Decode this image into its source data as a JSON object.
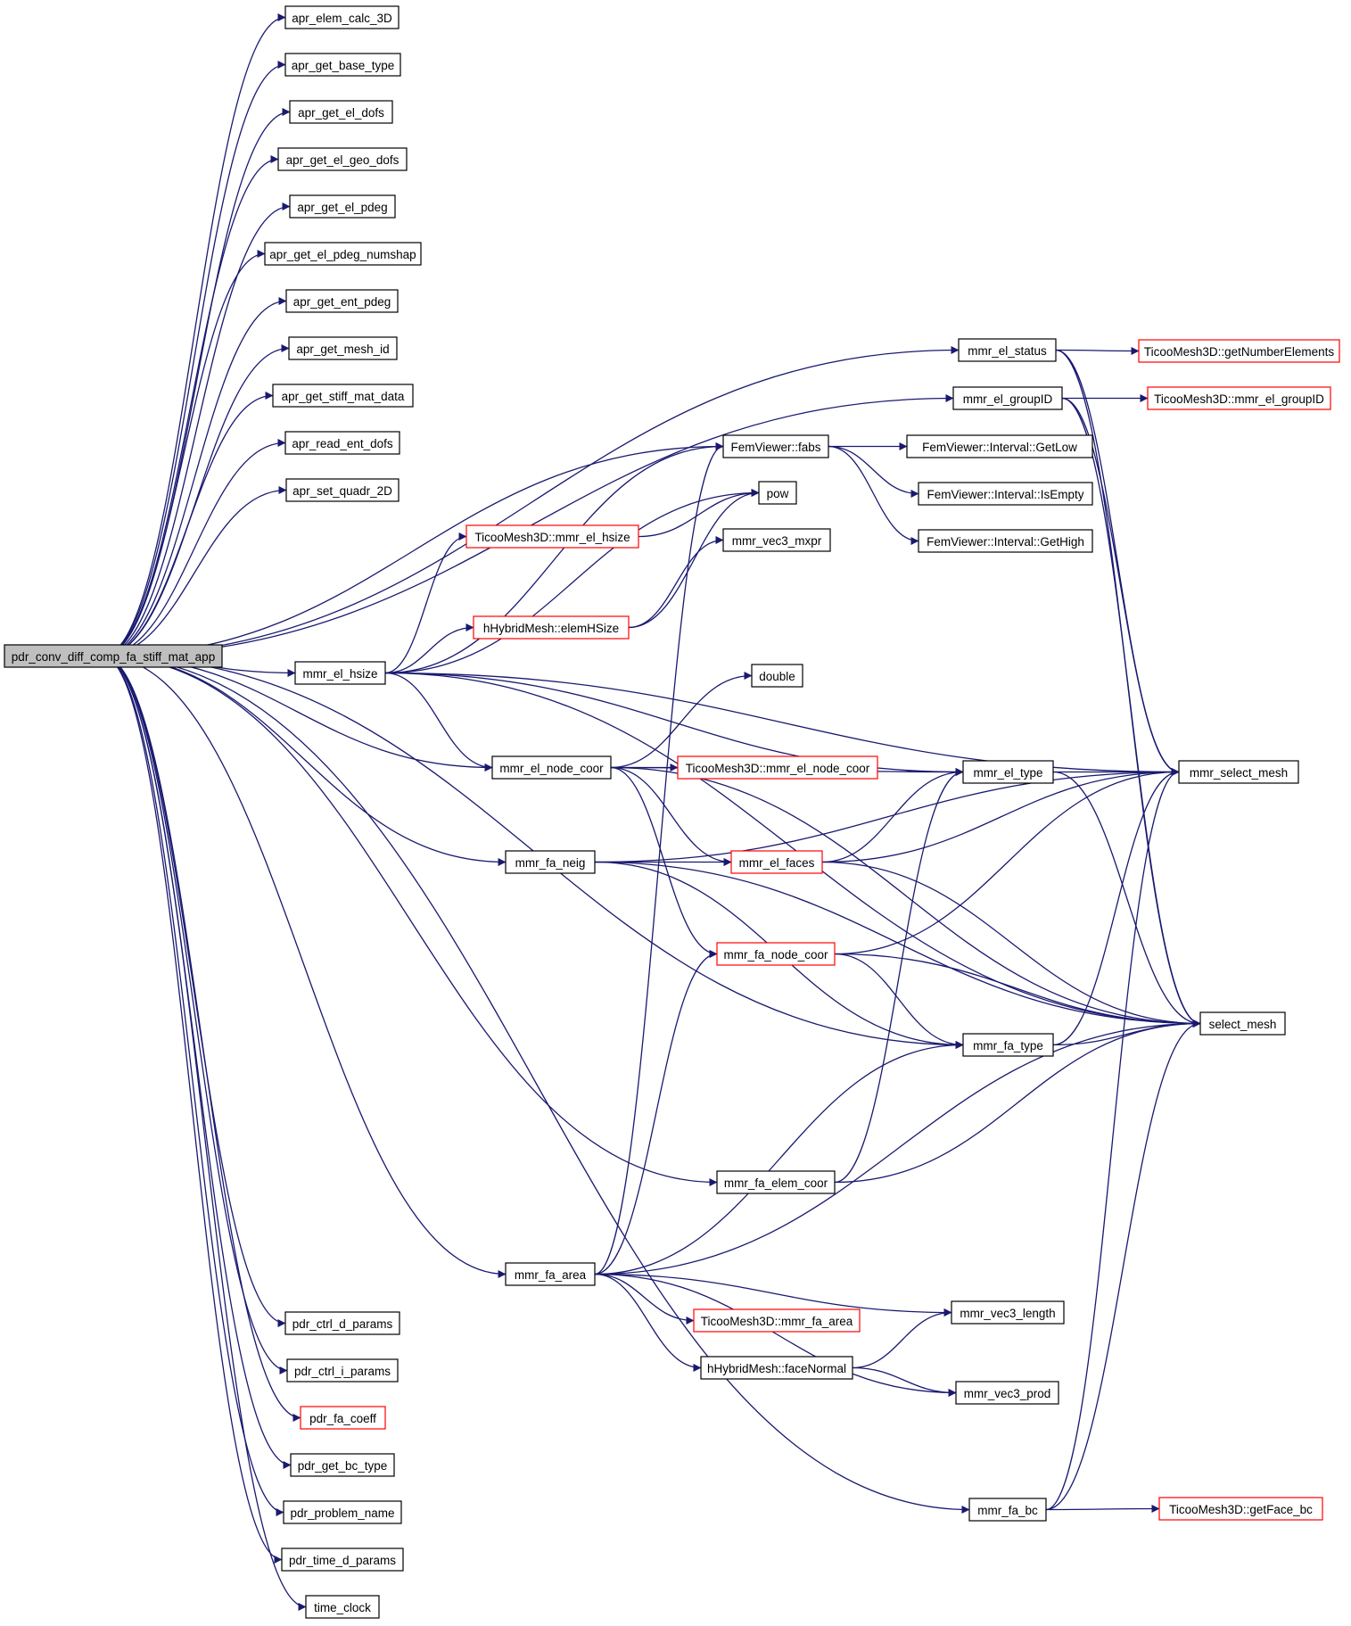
{
  "nodes": {
    "root": "pdr_conv_diff_comp_fa_stiff_mat_app",
    "apr_elem_calc_3D": "apr_elem_calc_3D",
    "apr_get_base_type": "apr_get_base_type",
    "apr_get_el_dofs": "apr_get_el_dofs",
    "apr_get_el_geo_dofs": "apr_get_el_geo_dofs",
    "apr_get_el_pdeg": "apr_get_el_pdeg",
    "apr_get_el_pdeg_numshap": "apr_get_el_pdeg_numshap",
    "apr_get_ent_pdeg": "apr_get_ent_pdeg",
    "apr_get_mesh_id": "apr_get_mesh_id",
    "apr_get_stiff_mat_data": "apr_get_stiff_mat_data",
    "apr_read_ent_dofs": "apr_read_ent_dofs",
    "apr_set_quadr_2D": "apr_set_quadr_2D",
    "mmr_el_hsize": "mmr_el_hsize",
    "mmr_el_node_coor": "mmr_el_node_coor",
    "mmr_fa_neig": "mmr_fa_neig",
    "mmr_fa_area": "mmr_fa_area",
    "pdr_ctrl_d_params": "pdr_ctrl_d_params",
    "pdr_ctrl_i_params": "pdr_ctrl_i_params",
    "pdr_fa_coeff": "pdr_fa_coeff",
    "pdr_get_bc_type": "pdr_get_bc_type",
    "pdr_problem_name": "pdr_problem_name",
    "pdr_time_d_params": "pdr_time_d_params",
    "time_clock": "time_clock",
    "ticoo_el_hsize": "TicooMesh3D::mmr_el_hsize",
    "hhybrid_elemHSize": "hHybridMesh::elemHSize",
    "ticoo_el_node_coor": "TicooMesh3D::mmr_el_node_coor",
    "mmr_el_faces": "mmr_el_faces",
    "mmr_fa_node_coor": "mmr_fa_node_coor",
    "mmr_fa_elem_coor": "mmr_fa_elem_coor",
    "ticoo_fa_area": "TicooMesh3D::mmr_fa_area",
    "hhybrid_faceNormal": "hHybridMesh::faceNormal",
    "fabs": "FemViewer::fabs",
    "pow": "pow",
    "mmr_vec3_mxpr": "mmr_vec3_mxpr",
    "double": "double",
    "mmr_el_status": "mmr_el_status",
    "mmr_el_groupID": "mmr_el_groupID",
    "mmr_el_type": "mmr_el_type",
    "mmr_fa_type": "mmr_fa_type",
    "mmr_vec3_length": "mmr_vec3_length",
    "mmr_vec3_prod": "mmr_vec3_prod",
    "mmr_fa_bc": "mmr_fa_bc",
    "interval_getlow": "FemViewer::Interval::GetLow",
    "interval_isempty": "FemViewer::Interval::IsEmpty",
    "interval_gethigh": "FemViewer::Interval::GetHigh",
    "ticoo_getNumberElements": "TicooMesh3D::getNumberElements",
    "ticoo_el_groupID": "TicooMesh3D::mmr_el_groupID",
    "mmr_select_mesh": "mmr_select_mesh",
    "select_mesh": "select_mesh",
    "ticoo_getFace_bc": "TicooMesh3D::getFace_bc"
  },
  "colors": {
    "edge": "#191970",
    "root_fill": "#bfbfbf",
    "node_fill": "#ffffff",
    "node_border": "#000000",
    "truncated_border": "#ff0000"
  }
}
